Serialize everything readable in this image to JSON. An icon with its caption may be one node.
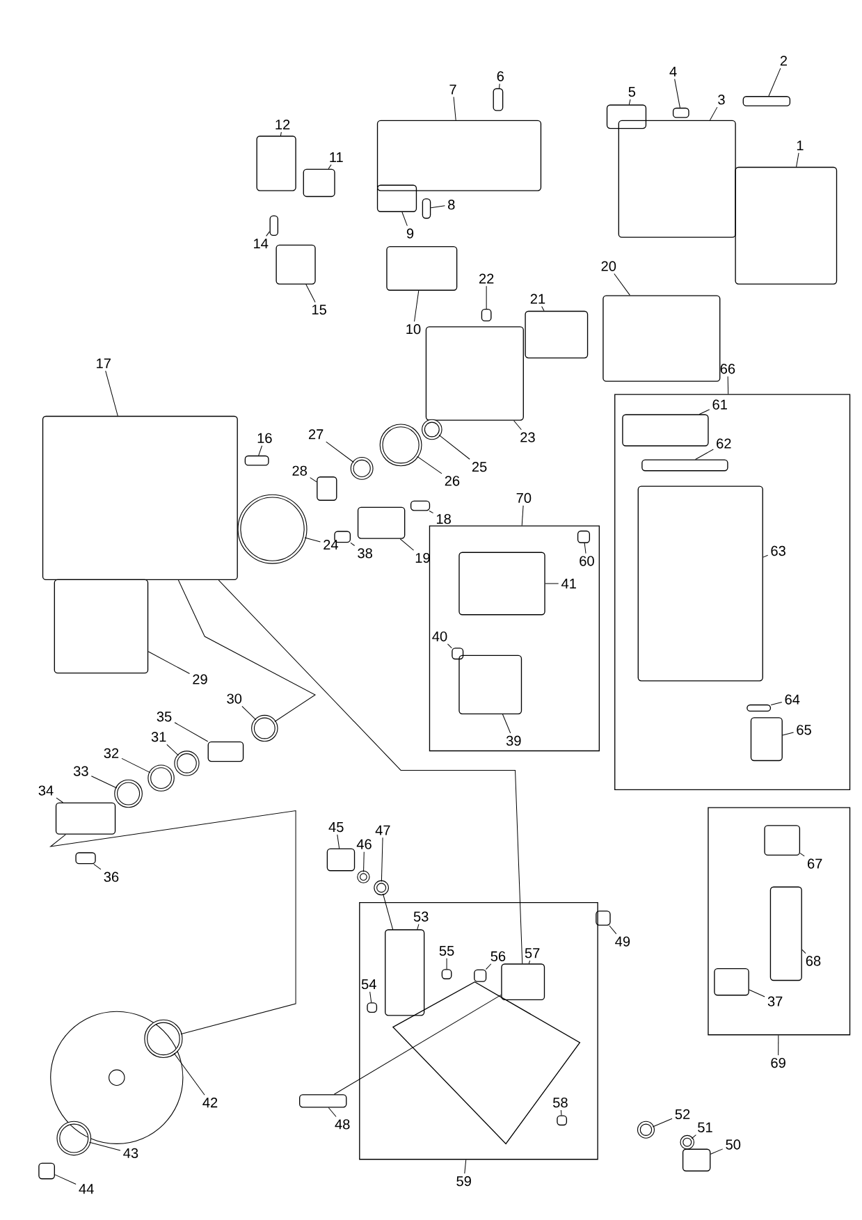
{
  "diagram": {
    "nodes": [
      {
        "text": [
          "1"
        ]
      },
      {
        "text": [],
        "shape": "box"
      },
      {
        "text": [
          "2"
        ]
      },
      {
        "text": [],
        "shape": "box"
      },
      {
        "text": [
          "3"
        ]
      },
      {
        "text": [],
        "shape": "box"
      },
      {
        "text": [
          "4"
        ]
      },
      {
        "text": [],
        "shape": "box"
      },
      {
        "text": [
          "5"
        ]
      },
      {
        "text": [],
        "shape": "box"
      },
      {
        "text": [
          "6"
        ]
      },
      {
        "text": [],
        "shape": "box"
      },
      {
        "text": [
          "7"
        ]
      },
      {
        "text": [],
        "shape": "box"
      },
      {
        "text": [
          "8"
        ]
      },
      {
        "text": [],
        "shape": "box"
      },
      {
        "text": [
          "9"
        ]
      },
      {
        "text": [],
        "shape": "box"
      },
      {
        "text": [
          "10"
        ]
      },
      {
        "text": [],
        "shape": "box"
      },
      {
        "text": [
          "11"
        ]
      },
      {
        "text": [],
        "shape": "box"
      },
      {
        "text": [
          "12"
        ]
      },
      {
        "text": [],
        "shape": "box"
      },
      {
        "text": [
          "14"
        ]
      },
      {
        "text": [],
        "shape": "box"
      },
      {
        "text": [
          "15"
        ]
      },
      {
        "text": [],
        "shape": "box"
      },
      {
        "text": [
          "16"
        ]
      },
      {
        "text": [],
        "shape": "box"
      },
      {
        "text": [
          "17"
        ]
      },
      {
        "text": [],
        "shape": "box"
      },
      {
        "text": [
          "18"
        ]
      },
      {
        "text": [],
        "shape": "box"
      },
      {
        "text": [
          "19"
        ]
      },
      {
        "text": [],
        "shape": "box"
      },
      {
        "text": [
          "20"
        ]
      },
      {
        "text": [],
        "shape": "box"
      },
      {
        "text": [
          "21"
        ]
      },
      {
        "text": [],
        "shape": "box"
      },
      {
        "text": [
          "22"
        ]
      },
      {
        "text": [],
        "shape": "box"
      },
      {
        "text": [
          "23"
        ]
      },
      {
        "text": [],
        "shape": "box"
      },
      {
        "text": [
          "24"
        ]
      },
      {
        "text": [],
        "shape": "circle"
      },
      {
        "text": [
          "25"
        ]
      },
      {
        "text": [],
        "shape": "circle"
      },
      {
        "text": [
          "26"
        ]
      },
      {
        "text": [],
        "shape": "circle"
      },
      {
        "text": [
          "27"
        ]
      },
      {
        "text": [],
        "shape": "circle"
      },
      {
        "text": [
          "28"
        ]
      },
      {
        "text": [],
        "shape": "box"
      },
      {
        "text": [
          "29"
        ]
      },
      {
        "text": [],
        "shape": "box"
      },
      {
        "text": [
          "30"
        ]
      },
      {
        "text": [],
        "shape": "circle"
      },
      {
        "text": [
          "31"
        ]
      },
      {
        "text": [],
        "shape": "circle"
      },
      {
        "text": [
          "32"
        ]
      },
      {
        "text": [],
        "shape": "circle"
      },
      {
        "text": [
          "33"
        ]
      },
      {
        "text": [],
        "shape": "circle"
      },
      {
        "text": [
          "34"
        ]
      },
      {
        "text": [],
        "shape": "box"
      },
      {
        "text": [
          "35"
        ]
      },
      {
        "text": [],
        "shape": "box"
      },
      {
        "text": [
          "36"
        ]
      },
      {
        "text": [],
        "shape": "box"
      },
      {
        "text": [
          "38"
        ]
      },
      {
        "text": [],
        "shape": "box"
      },
      {
        "text": [
          "42"
        ]
      },
      {
        "text": [],
        "shape": "circle"
      },
      {
        "text": [
          "43"
        ]
      },
      {
        "text": [],
        "shape": "circle"
      },
      {
        "text": [
          "44"
        ]
      },
      {
        "text": [],
        "shape": "box"
      },
      {
        "text": [
          "45"
        ]
      },
      {
        "text": [],
        "shape": "box"
      },
      {
        "text": [
          "46"
        ]
      },
      {
        "text": [],
        "shape": "circle"
      },
      {
        "text": [
          "47"
        ]
      },
      {
        "text": [],
        "shape": "circle"
      },
      {
        "text": [
          "48"
        ]
      },
      {
        "text": [],
        "shape": "box"
      },
      {
        "text": [
          "49"
        ]
      },
      {
        "text": [],
        "shape": "box"
      },
      {
        "text": [
          "50"
        ]
      },
      {
        "text": [],
        "shape": "box"
      },
      {
        "text": [
          "51"
        ]
      },
      {
        "text": [],
        "shape": "circle"
      },
      {
        "text": [
          "52"
        ]
      },
      {
        "text": [],
        "shape": "circle"
      },
      {
        "text": [
          "59"
        ]
      },
      {
        "text": [],
        "shape": "box"
      },
      {
        "text": [
          "53"
        ],
        "in": 95
      },
      {
        "text": [],
        "shape": "box",
        "in": 95
      },
      {
        "text": [
          "54"
        ],
        "in": 95
      },
      {
        "text": [],
        "shape": "box",
        "in": 95
      },
      {
        "text": [
          "55"
        ],
        "in": 95
      },
      {
        "text": [],
        "shape": "box",
        "in": 95
      },
      {
        "text": [
          "56"
        ],
        "in": 95
      },
      {
        "text": [],
        "shape": "box",
        "in": 95
      },
      {
        "text": [
          "57"
        ],
        "in": 95
      },
      {
        "text": [],
        "shape": "box",
        "in": 95
      },
      {
        "text": [
          "58"
        ],
        "in": 95
      },
      {
        "text": [],
        "shape": "box",
        "in": 95
      },
      {
        "text": [
          "66"
        ]
      },
      {
        "text": [],
        "shape": "box"
      },
      {
        "text": [
          "61"
        ],
        "in": 109
      },
      {
        "text": [],
        "shape": "box",
        "in": 109
      },
      {
        "text": [
          "62"
        ],
        "in": 109
      },
      {
        "text": [],
        "shape": "box",
        "in": 109
      },
      {
        "text": [
          "63"
        ],
        "in": 109
      },
      {
        "text": [],
        "shape": "box",
        "in": 109
      },
      {
        "text": [
          "64"
        ],
        "in": 109
      },
      {
        "text": [],
        "shape": "box",
        "in": 109
      },
      {
        "text": [
          "65"
        ],
        "in": 109
      },
      {
        "text": [],
        "shape": "box",
        "in": 109
      },
      {
        "text": [
          "69"
        ]
      },
      {
        "text": [],
        "shape": "box"
      },
      {
        "text": [
          "37"
        ],
        "in": 121
      },
      {
        "text": [],
        "shape": "box",
        "in": 121
      },
      {
        "text": [
          "67"
        ],
        "in": 121
      },
      {
        "text": [],
        "shape": "box",
        "in": 121
      },
      {
        "text": [
          "68"
        ],
        "in": 121
      },
      {
        "text": [],
        "shape": "box",
        "in": 121
      },
      {
        "text": [
          "70"
        ]
      },
      {
        "text": [],
        "shape": "box"
      },
      {
        "text": [
          "39"
        ],
        "in": 129
      },
      {
        "text": [],
        "shape": "box",
        "in": 129
      },
      {
        "text": [
          "40"
        ],
        "in": 129
      },
      {
        "text": [],
        "shape": "box",
        "in": 129
      },
      {
        "text": [
          "41"
        ],
        "in": 129
      },
      {
        "text": [],
        "shape": "box",
        "in": 129
      },
      {
        "text": [
          "60"
        ],
        "in": 129
      },
      {
        "text": [],
        "shape": "box",
        "in": 129
      }
    ],
    "edges": [
      {
        "from": 0,
        "to": 1,
        "arrow": "none"
      },
      {
        "from": 2,
        "to": 3,
        "arrow": "none"
      },
      {
        "from": 4,
        "to": 5,
        "arrow": "none"
      },
      {
        "from": 6,
        "to": 7,
        "arrow": "none"
      },
      {
        "from": 8,
        "to": 9,
        "arrow": "none"
      },
      {
        "from": 10,
        "to": 11,
        "arrow": "none"
      },
      {
        "from": 12,
        "to": 13,
        "arrow": "none"
      },
      {
        "from": 14,
        "to": 15,
        "arrow": "none"
      },
      {
        "from": 16,
        "to": 17,
        "arrow": "none"
      },
      {
        "from": 18,
        "to": 19,
        "arrow": "none"
      },
      {
        "from": 20,
        "to": 21,
        "arrow": "none"
      },
      {
        "from": 22,
        "to": 23,
        "arrow": "none"
      },
      {
        "from": 24,
        "to": 25,
        "arrow": "none"
      },
      {
        "from": 26,
        "to": 27,
        "arrow": "none"
      },
      {
        "from": 28,
        "to": 29,
        "arrow": "none"
      },
      {
        "from": 30,
        "to": 31,
        "arrow": "none"
      },
      {
        "from": 32,
        "to": 33,
        "arrow": "none"
      },
      {
        "from": 34,
        "to": 35,
        "arrow": "none"
      },
      {
        "from": 36,
        "to": 37,
        "arrow": "none"
      },
      {
        "from": 38,
        "to": 39,
        "arrow": "none"
      },
      {
        "from": 40,
        "to": 41,
        "arrow": "none"
      },
      {
        "from": 42,
        "to": 43,
        "arrow": "none"
      },
      {
        "from": 44,
        "to": 45,
        "arrow": "none"
      },
      {
        "from": 46,
        "to": 47,
        "arrow": "none"
      },
      {
        "from": 48,
        "to": 49,
        "arrow": "none"
      },
      {
        "from": 50,
        "to": 51,
        "arrow": "none"
      },
      {
        "from": 52,
        "to": 53,
        "arrow": "none"
      },
      {
        "from": 54,
        "to": 55,
        "arrow": "none"
      },
      {
        "from": 56,
        "to": 57,
        "arrow": "none"
      },
      {
        "from": 58,
        "to": 59,
        "arrow": "none"
      },
      {
        "from": 60,
        "to": 61,
        "arrow": "none"
      },
      {
        "from": 62,
        "to": 63,
        "arrow": "none"
      },
      {
        "from": 64,
        "to": 65,
        "arrow": "none"
      },
      {
        "from": 66,
        "to": 67,
        "arrow": "none"
      },
      {
        "from": 68,
        "to": 69,
        "arrow": "none"
      },
      {
        "from": 70,
        "to": 71,
        "arrow": "none"
      },
      {
        "from": 72,
        "to": 73,
        "arrow": "none"
      },
      {
        "from": 74,
        "to": 75,
        "arrow": "none"
      },
      {
        "from": 76,
        "to": 77,
        "arrow": "none"
      },
      {
        "from": 78,
        "to": 79,
        "arrow": "none"
      },
      {
        "from": 80,
        "to": 81,
        "arrow": "none"
      },
      {
        "from": 82,
        "to": 83,
        "arrow": "none"
      },
      {
        "from": 84,
        "to": 85,
        "arrow": "none"
      },
      {
        "from": 86,
        "to": 87,
        "arrow": "none"
      },
      {
        "from": 88,
        "to": 89,
        "arrow": "none"
      },
      {
        "from": 90,
        "to": 91,
        "arrow": "none"
      },
      {
        "from": 92,
        "to": 93,
        "arrow": "none"
      },
      {
        "from": 94,
        "to": 95,
        "arrow": "none"
      },
      {
        "from": 96,
        "to": 97,
        "arrow": "none"
      },
      {
        "from": 98,
        "to": 99,
        "arrow": "none"
      },
      {
        "from": 100,
        "to": 101,
        "arrow": "none"
      },
      {
        "from": 102,
        "to": 103,
        "arrow": "none"
      },
      {
        "from": 104,
        "to": 105,
        "arrow": "none"
      },
      {
        "from": 106,
        "to": 107,
        "arrow": "none"
      },
      {
        "from": 108,
        "to": 109,
        "arrow": "none"
      },
      {
        "from": 110,
        "to": 111,
        "arrow": "none"
      },
      {
        "from": 112,
        "to": 113,
        "arrow": "none"
      },
      {
        "from": 114,
        "to": 115,
        "arrow": "none"
      },
      {
        "from": 116,
        "to": 117,
        "arrow": "none"
      },
      {
        "from": 118,
        "to": 119,
        "arrow": "none"
      },
      {
        "from": 120,
        "to": 121,
        "arrow": "none"
      },
      {
        "from": 122,
        "to": 123,
        "arrow": "none"
      },
      {
        "from": 124,
        "to": 125,
        "arrow": "none"
      },
      {
        "from": 126,
        "to": 127,
        "arrow": "none"
      },
      {
        "from": 128,
        "to": 129,
        "arrow": "none"
      },
      {
        "from": 130,
        "to": 131,
        "arrow": "none"
      },
      {
        "from": 132,
        "to": 133,
        "arrow": "none"
      },
      {
        "from": 134,
        "to": 135,
        "arrow": "none"
      },
      {
        "from": 136,
        "to": 137,
        "arrow": "none"
      },
      {
        "from": 31,
        "to": 105,
        "arrow": "none"
      },
      {
        "from": 57,
        "to": 31,
        "arrow": "none"
      },
      {
        "from": 65,
        "to": 73,
        "arrow": "none"
      },
      {
        "from": 83,
        "to": 97,
        "arrow": "none"
      },
      {
        "from": 85,
        "to": 105,
        "arrow": "none"
      }
    ]
  }
}
